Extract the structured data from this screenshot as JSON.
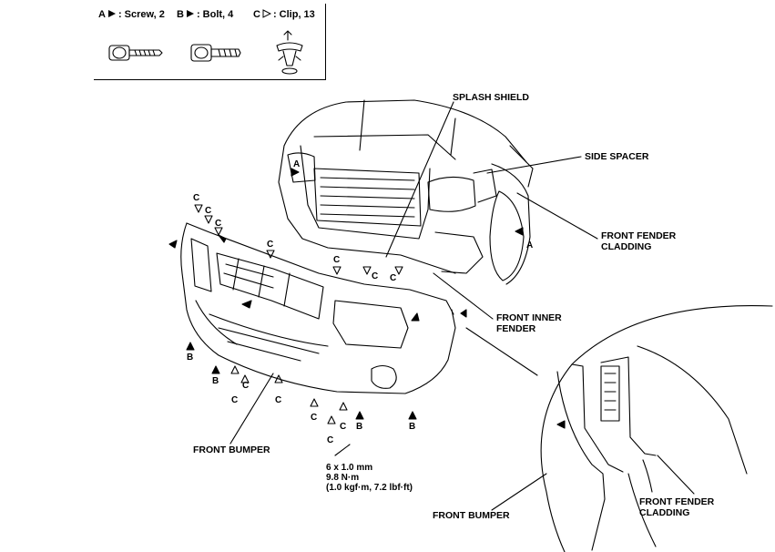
{
  "legend": {
    "screw": {
      "key": "A",
      "text": ": Screw, 2"
    },
    "bolt": {
      "key": "B",
      "text": ": Bolt, 4"
    },
    "clip": {
      "key": "C",
      "text": ": Clip, 13"
    }
  },
  "labels": {
    "splash_shield": "SPLASH SHIELD",
    "side_spacer": "SIDE SPACER",
    "front_fender_cladding_1": "FRONT FENDER",
    "front_fender_cladding_2": "CLADDING",
    "front_inner_fender_1": "FRONT INNER",
    "front_inner_fender_2": "FENDER",
    "front_bumper_main": "FRONT BUMPER",
    "front_bumper_detail": "FRONT BUMPER",
    "detail_cladding_1": "FRONT FENDER",
    "detail_cladding_2": "CLADDING"
  },
  "torque_spec": {
    "size": "6 x 1.0 mm",
    "torque_nm": "9.8 N·m",
    "torque_alt": "(1.0 kgf·m, 7.2 lbf·ft)"
  },
  "markers": {
    "a": "A",
    "b": "B",
    "c": "C"
  }
}
